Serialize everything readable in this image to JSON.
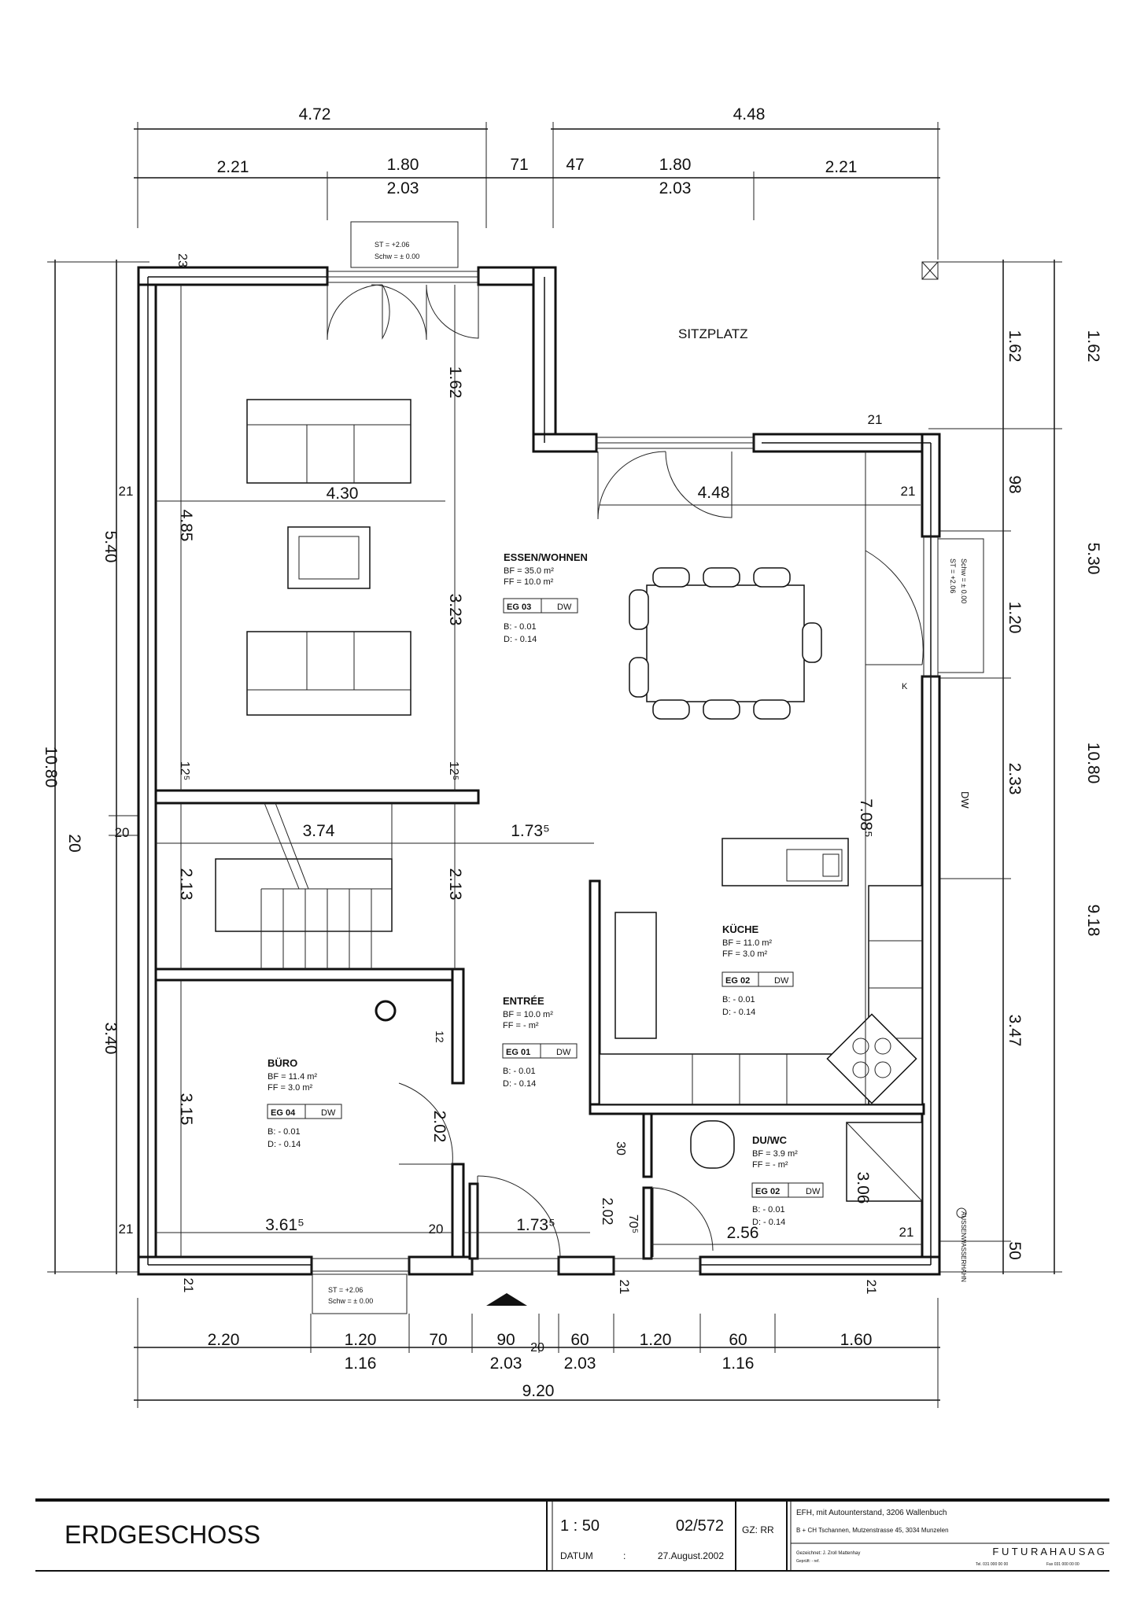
{
  "rooms": {
    "wohnen": {
      "name": "ESSEN/WOHNEN",
      "bf": "BF  = 35.0 m²",
      "ff": "FF  = 10.0 m²",
      "code": "EG 03",
      "floor": "DW",
      "b": "B:  -      0.01",
      "d": "D:  -      0.14"
    },
    "kueche": {
      "name": "KÜCHE",
      "bf": "BF  = 11.0 m²",
      "ff": "FF  =  3.0 m²",
      "code": "EG 02",
      "floor": "DW",
      "b": "B:  -     0.01",
      "d": "D:  -     0.14"
    },
    "entree": {
      "name": "ENTRÉE",
      "bf": "BF  = 10.0 m²",
      "ff": "FF  =  -     m²",
      "code": "EG 01",
      "floor": "DW",
      "b": "B:  -      0.01",
      "d": "D:  -      0.14"
    },
    "buero": {
      "name": "BÜRO",
      "bf": "BF  = 11.4 m²",
      "ff": "FF  =  3.0 m²",
      "code": "EG 04",
      "floor": "DW",
      "b": "B:  -      0.01",
      "d": "D:  -      0.14"
    },
    "duwc": {
      "name": "DU/WC",
      "bf": "BF  = 3.9 m²",
      "ff": "FF  =  -     m²",
      "code": "EG 02",
      "floor": "DW",
      "b": "B:  -     0.01",
      "d": "D:  -     0.14"
    }
  },
  "labels": {
    "sitzplatz": "SITZPLATZ",
    "stair_tag_1": "ST  =  +2.06",
    "stair_tag_2": "Schw  =  ± 0.00",
    "kitchen_dw": "DW",
    "kitchen_k": "K",
    "outlet": "AUSSENWASSERHAHN"
  },
  "dims": {
    "top1_left": "4.72",
    "top1_right": "4.48",
    "top2_a": "2.21",
    "top2_b": "1.80",
    "top2_b2": "2.03",
    "top2_c": "71",
    "top2_d": "47",
    "top2_e": "1.80",
    "top2_e2": "2.03",
    "top2_f": "2.21",
    "left_outer": "10.80",
    "left_a": "5.40",
    "left_b": "20",
    "left_c": "3.40",
    "right_outer": "10.80",
    "right_a": "1.62",
    "right_b": "5.30",
    "right_c": "9.18",
    "right_in_a": "1.62",
    "right_in_b": "98",
    "right_in_c": "1.20",
    "right_in_d": "2.33",
    "right_in_e": "3.47",
    "right_in_f": "50",
    "bot_a": "2.20",
    "bot_b": "1.20",
    "bot_b2": "1.16",
    "bot_c": "70",
    "bot_d": "90",
    "bot_d2": "2.03",
    "bot_e": "20",
    "bot_f": "60",
    "bot_f2": "2.03",
    "bot_g": "1.20",
    "bot_h": "60",
    "bot_h2": "1.16",
    "bot_i": "1.60",
    "bot_total": "9.20",
    "in_430": "4.30",
    "in_485": "4.85",
    "in_162": "1.62",
    "in_323": "3.23",
    "in_448": "4.48",
    "in_374": "3.74",
    "in_1735a": "1.73⁵",
    "in_213a": "2.13",
    "in_213b": "2.13",
    "in_12": "12",
    "in_202a": "2.02",
    "in_315": "3.15",
    "in_3615": "3.61⁵",
    "in_1735b": "1.73⁵",
    "in_7085": "7.08⁵",
    "in_256": "2.56",
    "in_306": "3.06",
    "in_202b": "2.02",
    "in_30": "30",
    "in_705": "70⁵",
    "n21a": "21",
    "n21b": "21",
    "n21c": "21",
    "n21d": "21",
    "n21e": "21",
    "n21f": "21",
    "n21g": "21",
    "n21h": "21",
    "n20a": "20",
    "n20b": "20",
    "n125a": "12⁵",
    "n125b": "12⁵",
    "n23": "23"
  },
  "titleblock": {
    "title": "ERDGESCHOSS",
    "scale": "1 : 50",
    "plan_no": "02/572",
    "gz": "GZ: RR",
    "datum_label": "DATUM",
    "datum_sep": ":",
    "date": "27.August.2002",
    "project": "EFH, mit Autounterstand, 3206 Wallenbuch",
    "client": "B + CH Tschannen, Mutzenstrasse 45, 3034 Munzelen",
    "author": "Gezeichnet: J. Zroll Mattenhay",
    "author2": "Geprüft:   -   ref.",
    "company": "F U T U R A   H A U S   A G",
    "company_tel": "Tel. 031 000 00 00",
    "company_fax": "Fax 031 000 00 00"
  }
}
